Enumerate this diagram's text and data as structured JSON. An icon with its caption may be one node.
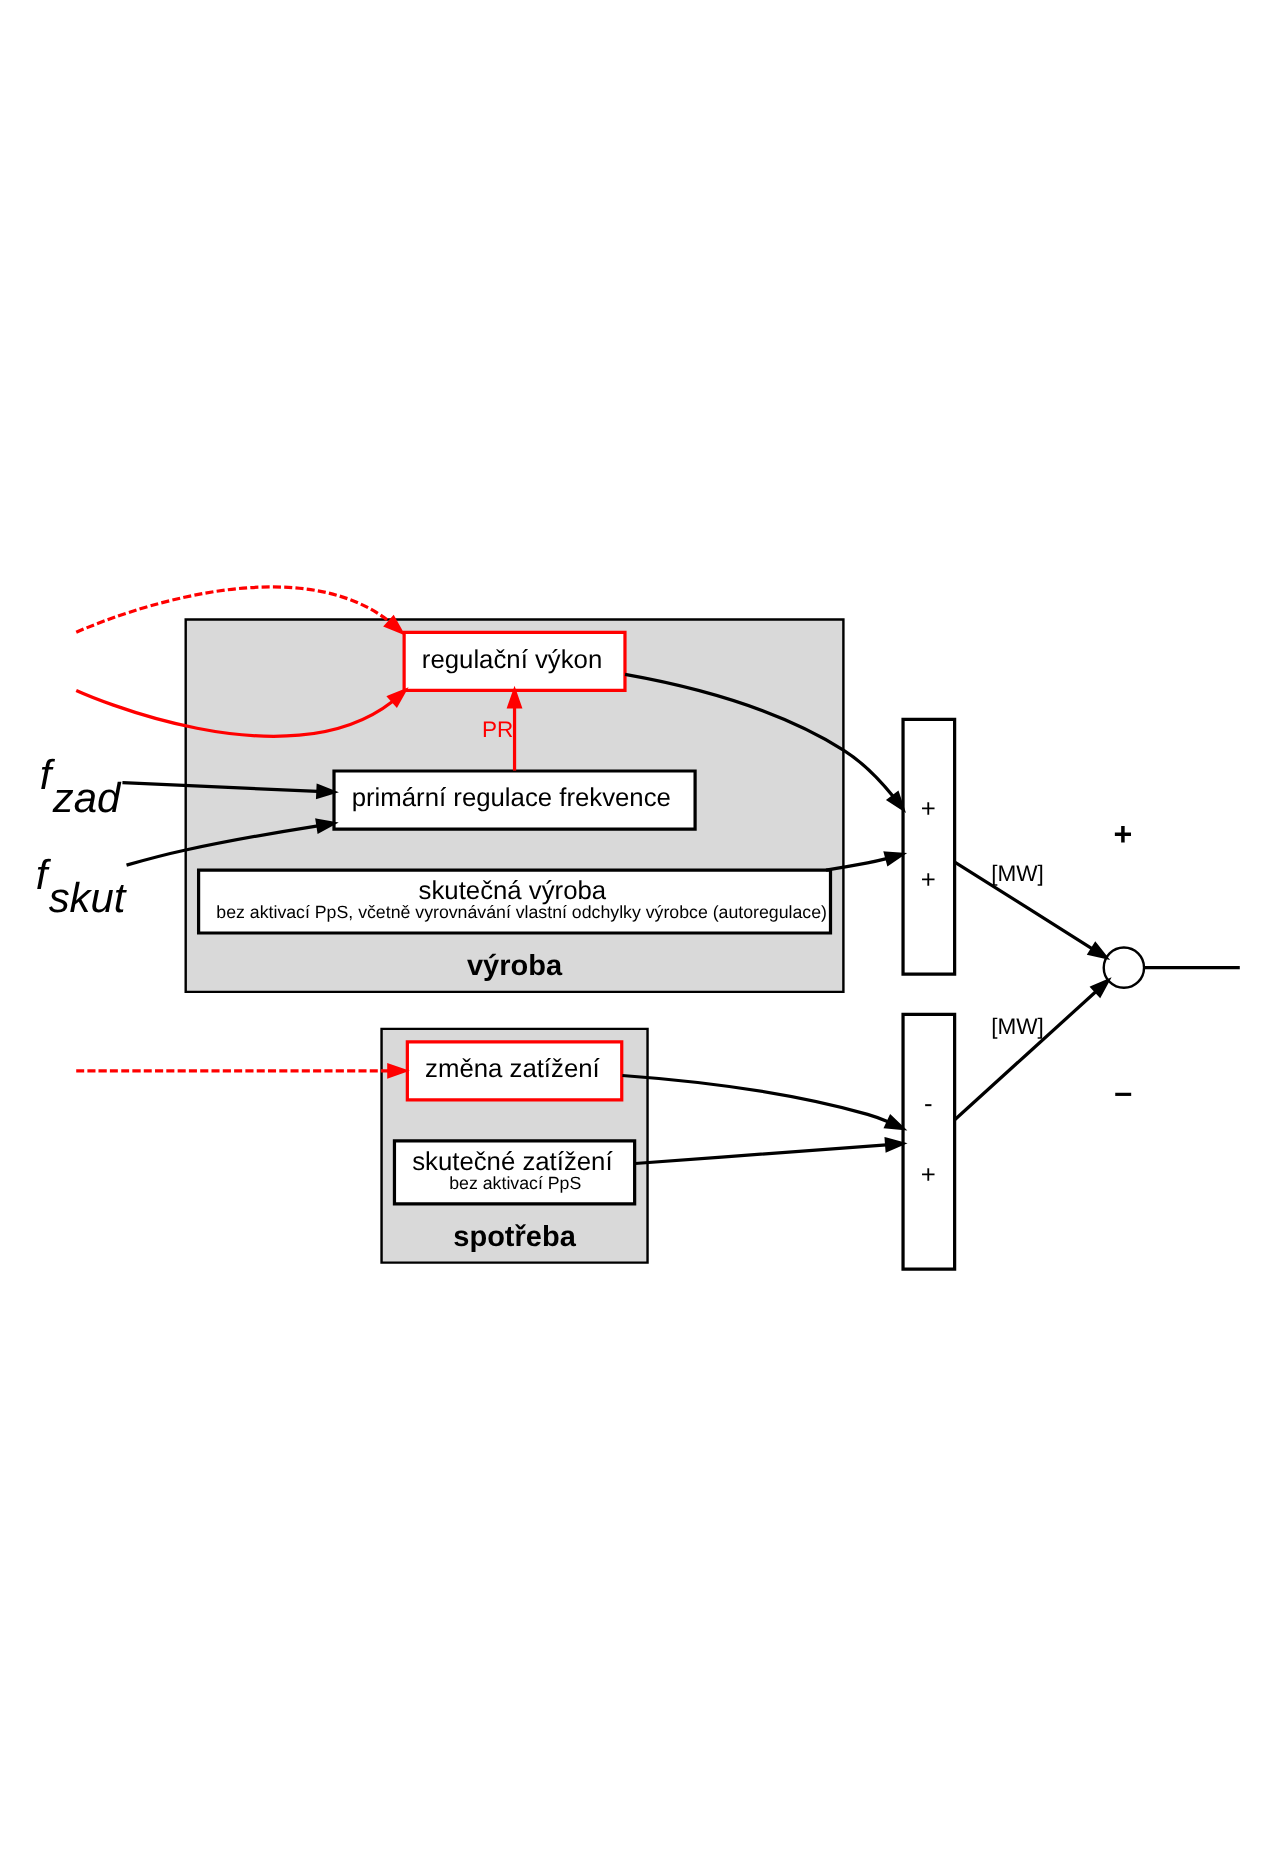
{
  "diagram": {
    "nodes": [
      {
        "text": [
          "f$_{zad}$"
        ]
      },
      {
        "text": [
          "f$_{skut}$"
        ]
      },
      {
        "text": [
          "výroba"
        ]
      },
      {
        "text": [
          "primární regulace frekvence"
        ],
        "in": 2
      },
      {
        "text": [
          "regulační výkon"
        ],
        "in": 2
      },
      {
        "text": [
          "skutečná výroba",
          "bez aktivací PpS, včetně vyrovnávání vlastní odchylky výrobce (autoregulace)"
        ],
        "in": 2
      },
      {
        "text": [
          "+",
          "+"
        ]
      },
      {
        "text": [],
        "shape": "circle",
        "beside": [
          "+",
          "–"
        ]
      },
      {
        "text": [
          "spotřeba"
        ]
      },
      {
        "text": [
          "změna zatížení"
        ],
        "in": 8
      },
      {
        "text": [
          "skutečné zatížení",
          "bez aktivací PpS"
        ],
        "in": 8
      },
      {
        "text": [
          "-",
          "+"
        ]
      }
    ],
    "edges": [
      {
        "from": 0,
        "to": 3,
        "arrow": "to"
      },
      {
        "from": 1,
        "to": 3,
        "arrow": "to"
      },
      {
        "from": 3,
        "to": 4,
        "arrow": "to",
        "label": "PR",
        "color": "#ff0000"
      },
      {
        "from": null,
        "to": 4,
        "arrow": "to",
        "color": "#ff0000"
      },
      {
        "from": null,
        "to": 4,
        "arrow": "to",
        "style": "dashed",
        "color": "#ff0000"
      },
      {
        "from": 4,
        "to": 6,
        "arrow": "to"
      },
      {
        "from": 5,
        "to": 6,
        "arrow": "to"
      },
      {
        "from": 6,
        "to": 7,
        "arrow": "to",
        "label": "[MW]"
      },
      {
        "from": null,
        "to": 9,
        "arrow": "to",
        "style": "dashed",
        "color": "#ff0000"
      },
      {
        "from": 9,
        "to": 11,
        "arrow": "to"
      },
      {
        "from": 10,
        "to": 11,
        "arrow": "to"
      },
      {
        "from": 11,
        "to": 7,
        "arrow": "to",
        "label": "[MW]"
      },
      {
        "from": 7,
        "to": null,
        "arrow": "none"
      }
    ]
  }
}
